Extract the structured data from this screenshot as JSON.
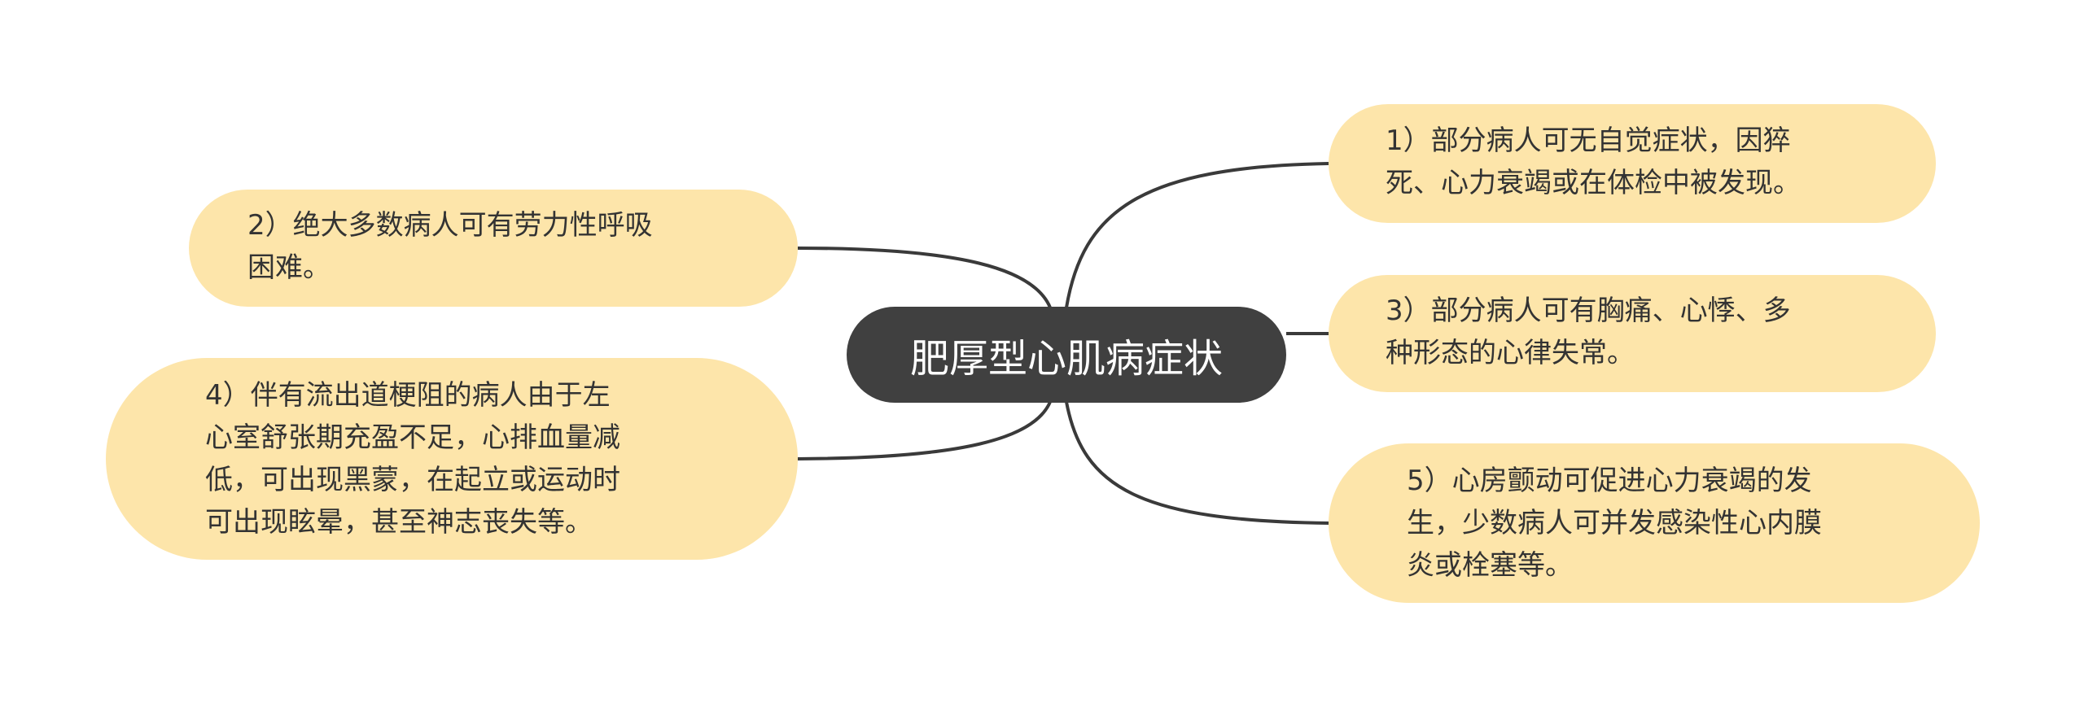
{
  "central_topic": "肥厚型心肌病症状",
  "topics": [
    {
      "id": "1",
      "lines": [
        "1）部分病人可无自觉症状，因猝",
        "死、心力衰竭或在体检中被发现。"
      ]
    },
    {
      "id": "2",
      "lines": [
        "2）绝大多数病人可有劳力性呼吸",
        "困难。"
      ]
    },
    {
      "id": "3",
      "lines": [
        "3）部分病人可有胸痛、心悸、多",
        "种形态的心律失常。"
      ]
    },
    {
      "id": "4",
      "lines": [
        "4）伴有流出道梗阻的病人由于左",
        "心室舒张期充盈不足，心排血量减",
        "低，可出现黑蒙，在起立或运动时",
        "可出现眩晕，甚至神志丧失等。"
      ]
    },
    {
      "id": "5",
      "lines": [
        "5）心房颤动可促进心力衰竭的发",
        "生，少数病人可并发感染性心内膜",
        "炎或栓塞等。"
      ]
    }
  ],
  "colors": {
    "central_fill": "#404040",
    "central_text": "#ffffff",
    "topic_fill": "#fde5aa",
    "topic_text": "#333333",
    "connector": "#3a3a3a"
  }
}
